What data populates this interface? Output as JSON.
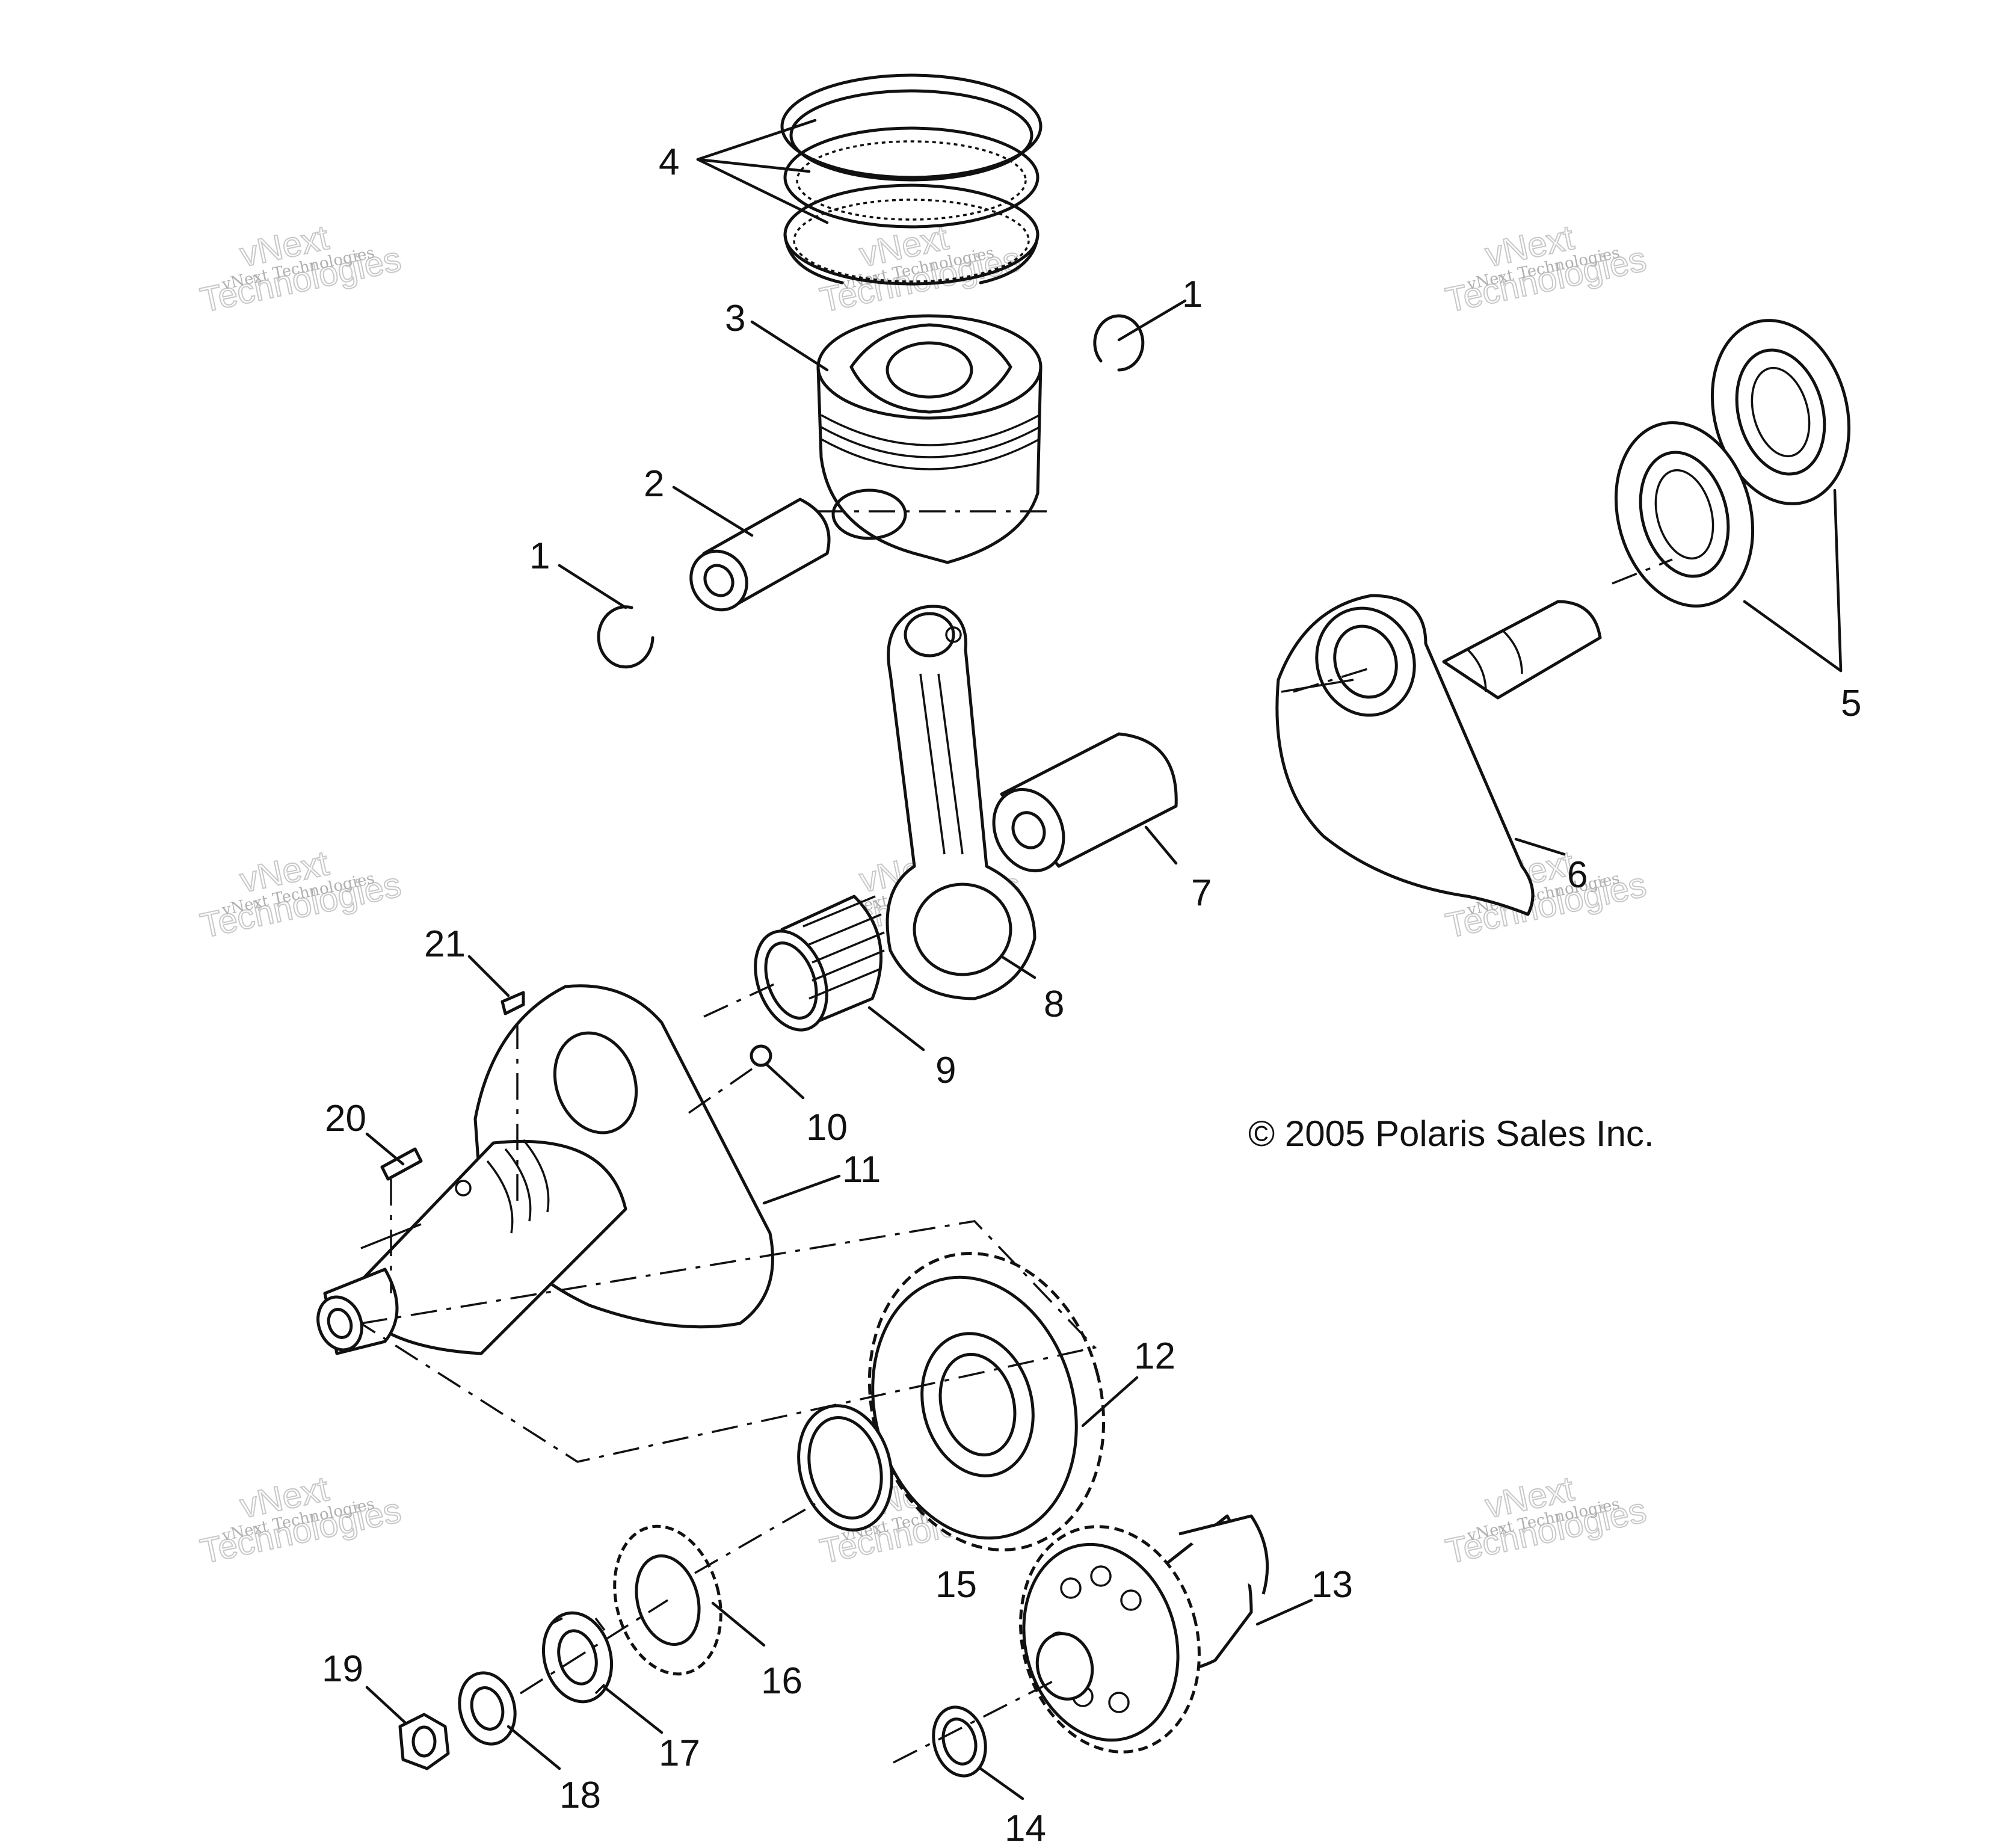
{
  "copyright": "© 2005 Polaris Sales Inc.",
  "watermark": {
    "brand": "vNext",
    "sub": "Technologies",
    "line": "vNext Technologies"
  },
  "callouts": [
    {
      "id": "1a",
      "text": "1"
    },
    {
      "id": "1b",
      "text": "1"
    },
    {
      "id": "2",
      "text": "2"
    },
    {
      "id": "3",
      "text": "3"
    },
    {
      "id": "4",
      "text": "4"
    },
    {
      "id": "5",
      "text": "5"
    },
    {
      "id": "6",
      "text": "6"
    },
    {
      "id": "7",
      "text": "7"
    },
    {
      "id": "8",
      "text": "8"
    },
    {
      "id": "9",
      "text": "9"
    },
    {
      "id": "10",
      "text": "10"
    },
    {
      "id": "11",
      "text": "11"
    },
    {
      "id": "12",
      "text": "12"
    },
    {
      "id": "13",
      "text": "13"
    },
    {
      "id": "14",
      "text": "14"
    },
    {
      "id": "15",
      "text": "15"
    },
    {
      "id": "16",
      "text": "16"
    },
    {
      "id": "17",
      "text": "17"
    },
    {
      "id": "18",
      "text": "18"
    },
    {
      "id": "19",
      "text": "19"
    },
    {
      "id": "20",
      "text": "20"
    },
    {
      "id": "21",
      "text": "21"
    }
  ]
}
